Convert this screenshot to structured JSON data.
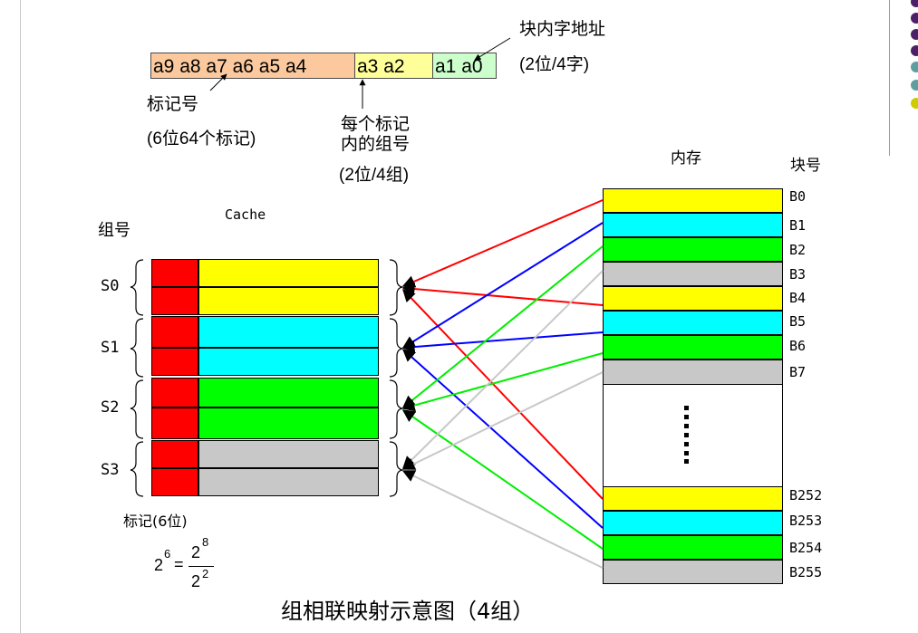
{
  "address": {
    "tag_field": "a9 a8 a7 a6 a5 a4",
    "group_field": "a3 a2",
    "word_field": "a1 a0",
    "tag_label": "标记号",
    "tag_bits": "(6位64个标记)",
    "group_label_line1": "每个标记",
    "group_label_line2": "内的组号",
    "group_bits": "(2位/4组)",
    "word_label": "块内字地址",
    "word_bits": "(2位/4字)"
  },
  "cache": {
    "title": "Cache",
    "group_header": "组号",
    "groups": [
      "S0",
      "S1",
      "S2",
      "S3"
    ],
    "tag_footer": "标记(6位)"
  },
  "memory": {
    "title": "内存",
    "block_header": "块号",
    "blocks_top": [
      "B0",
      "B1",
      "B2",
      "B3",
      "B4",
      "B5",
      "B6",
      "B7"
    ],
    "blocks_bottom": [
      "B252",
      "B253",
      "B254",
      "B255"
    ]
  },
  "formula": {
    "lhs_base": "2",
    "lhs_exp": "6",
    "eq": "=",
    "num_base": "2",
    "num_exp": "8",
    "den_base": "2",
    "den_exp": "2"
  },
  "caption": "组相联映射示意图（4组）",
  "colors": {
    "tag_field": "#fbc99d",
    "group_field": "#ffff99",
    "word_field": "#ccffcc",
    "tag": "#ff0000",
    "group0": "#ffff00",
    "group1": "#00ffff",
    "group2": "#00ff00",
    "group3": "#c8c8c8",
    "arrow_group0": "#ff0000",
    "arrow_group1": "#0000ff",
    "arrow_group2": "#00ee00",
    "arrow_group3": "#c8c8c8",
    "dot_purple": "#4b2068",
    "dot_teal": "#5f9ea0",
    "dot_yellow": "#cccc00"
  }
}
